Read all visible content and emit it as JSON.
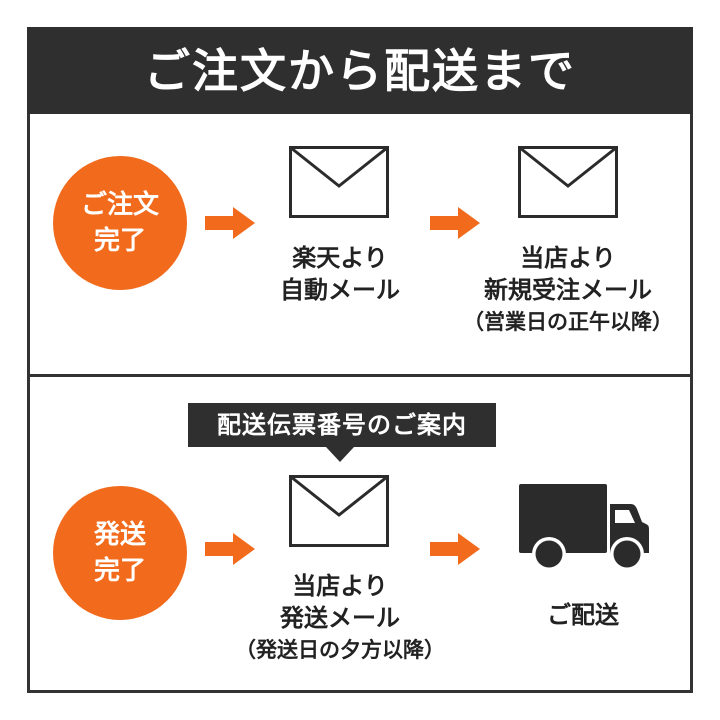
{
  "header": {
    "title": "ご注文から配送まで"
  },
  "order_section": {
    "status_circle": {
      "lines": [
        "ご注文",
        "完了"
      ]
    },
    "steps": [
      {
        "icon": "envelope-icon",
        "lines": [
          "楽天より",
          "自動メール"
        ]
      },
      {
        "icon": "envelope-icon",
        "lines": [
          "当店より",
          "新規受注メール"
        ],
        "note": "（営業日の正午以降）"
      }
    ]
  },
  "shipping_section": {
    "callout": "配送伝票番号のご案内",
    "status_circle": {
      "lines": [
        "発送",
        "完了"
      ]
    },
    "steps": [
      {
        "icon": "envelope-icon",
        "lines": [
          "当店より",
          "発送メール"
        ],
        "note": "（発送日の夕方以降）"
      },
      {
        "icon": "truck-icon",
        "lines": [
          "ご配送"
        ]
      }
    ]
  },
  "icons": {
    "arrow": "arrow-right-icon",
    "mail": "envelope-icon",
    "delivery": "truck-icon"
  },
  "colors": {
    "accent": "#f26b1d",
    "dark": "#2f2f2f",
    "border": "#333333",
    "background": "#ffffff"
  }
}
